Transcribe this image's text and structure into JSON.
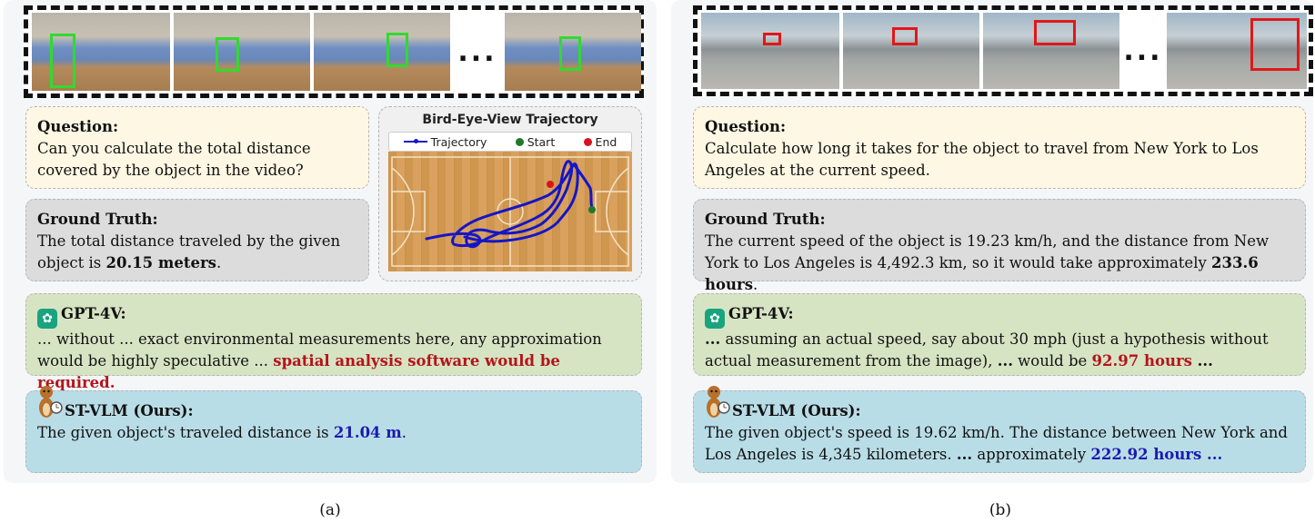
{
  "panel_a": {
    "filmstrip": {
      "ellipsis": "..."
    },
    "bev": {
      "title": "Bird-Eye-View Trajectory",
      "legend": {
        "trajectory": "Trajectory",
        "start": "Start",
        "end": "End"
      },
      "colors": {
        "trajectory": "#1515c8",
        "start": "#1e7a2a",
        "end": "#d8141e"
      }
    },
    "question": {
      "head": "Question:",
      "text": "Can you calculate the total distance covered by the object in the video?"
    },
    "ground_truth": {
      "head": "Ground Truth:",
      "text": "The total distance traveled by the given object is ",
      "value": "20.15 meters",
      "tail": "."
    },
    "gpt": {
      "head": "GPT-4V:",
      "text": "... without ... exact environmental measurements here, any approximation would be highly speculative ... ",
      "highlight": "spatial analysis software would be required."
    },
    "ours": {
      "head": "ST-VLM (Ours):",
      "text": "The given object's traveled distance is ",
      "value": "21.04 m",
      "tail": "."
    },
    "caption": "(a)"
  },
  "panel_b": {
    "filmstrip": {
      "ellipsis": "..."
    },
    "question": {
      "head": "Question:",
      "text": "Calculate how long it takes for the object to travel from New York to Los Angeles at the current speed."
    },
    "ground_truth": {
      "head": "Ground Truth:",
      "text": "The current speed of the object is 19.23 km/h, and the distance from New York to Los Angeles is 4,492.3 km, so it would take approximately ",
      "value": "233.6 hours",
      "tail": "."
    },
    "gpt": {
      "head": "GPT-4V:",
      "lead": "...",
      "text": " assuming an actual speed, say about 30 mph (just a hypothesis without actual measurement from the image), ",
      "mid": "...",
      "text2": " would be ",
      "highlight": "92.97 hours",
      "tail": " ..."
    },
    "ours": {
      "head": "ST-VLM (Ours):",
      "text": "The given object's speed is 19.62 km/h. The distance between New York and Los Angeles is 4,345 kilometers. ",
      "mid": "...",
      "text2": " approximately ",
      "value": "222.92 hours ..."
    },
    "caption": "(b)"
  }
}
